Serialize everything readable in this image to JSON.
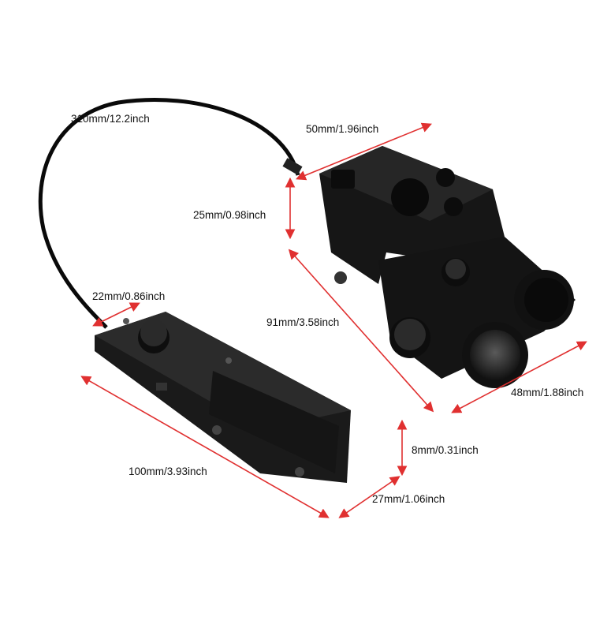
{
  "labels": {
    "cable_length": "310mm/12.2inch",
    "top_width": "50mm/1.96inch",
    "height_main": "25mm/0.98inch",
    "switch_width": "22mm/0.86inch",
    "main_length": "91mm/3.58inch",
    "main_depth": "48mm/1.88inch",
    "mount_height": "8mm/0.31inch",
    "mount_length": "100mm/3.93inch",
    "mount_width": "27mm/1.06inch"
  },
  "colors": {
    "arrow": "#e03030",
    "device": "#141414",
    "cable": "#0a0a0a"
  }
}
